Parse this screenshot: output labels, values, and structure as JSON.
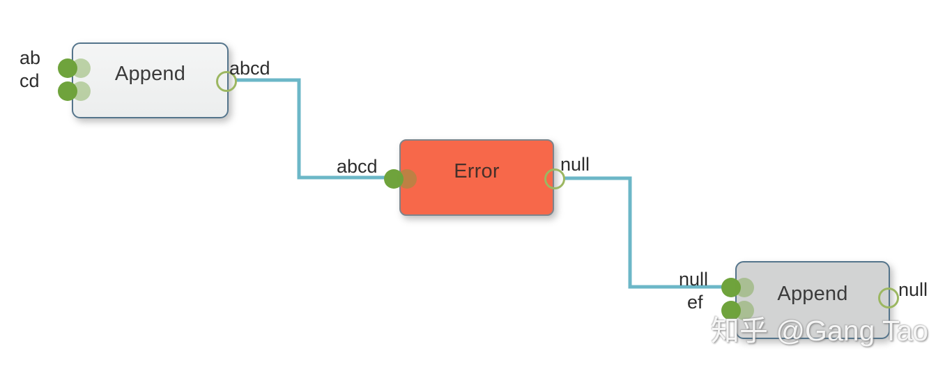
{
  "nodes": [
    {
      "title": "Append",
      "inputs": [
        "ab",
        "cd"
      ],
      "outputs": [
        "abcd"
      ],
      "fill": "#f1f2f2",
      "border": "#54748b"
    },
    {
      "title": "Error",
      "inputs": [
        "abcd"
      ],
      "outputs": [
        "null"
      ],
      "fill": "#f7684a",
      "border": "#7e848b"
    },
    {
      "title": "Append",
      "inputs": [
        "null",
        "ef"
      ],
      "outputs": [
        "null"
      ],
      "fill": "#d2d3d3",
      "border": "#54748b"
    }
  ],
  "connections": [
    {
      "from_node": "Append",
      "from_port": "abcd",
      "to_node": "Error",
      "to_port": "abcd"
    },
    {
      "from_node": "Error",
      "from_port": "null",
      "to_node": "Append",
      "to_port": "null"
    }
  ],
  "colors": {
    "wire": "#6cb7c7",
    "input_port": "#6fa33c",
    "output_port_ring": "#9cb761",
    "error_node_fill": "#f7684a",
    "node_border": "#54748b"
  },
  "watermark": {
    "text": "知乎 @Gang Tao"
  }
}
